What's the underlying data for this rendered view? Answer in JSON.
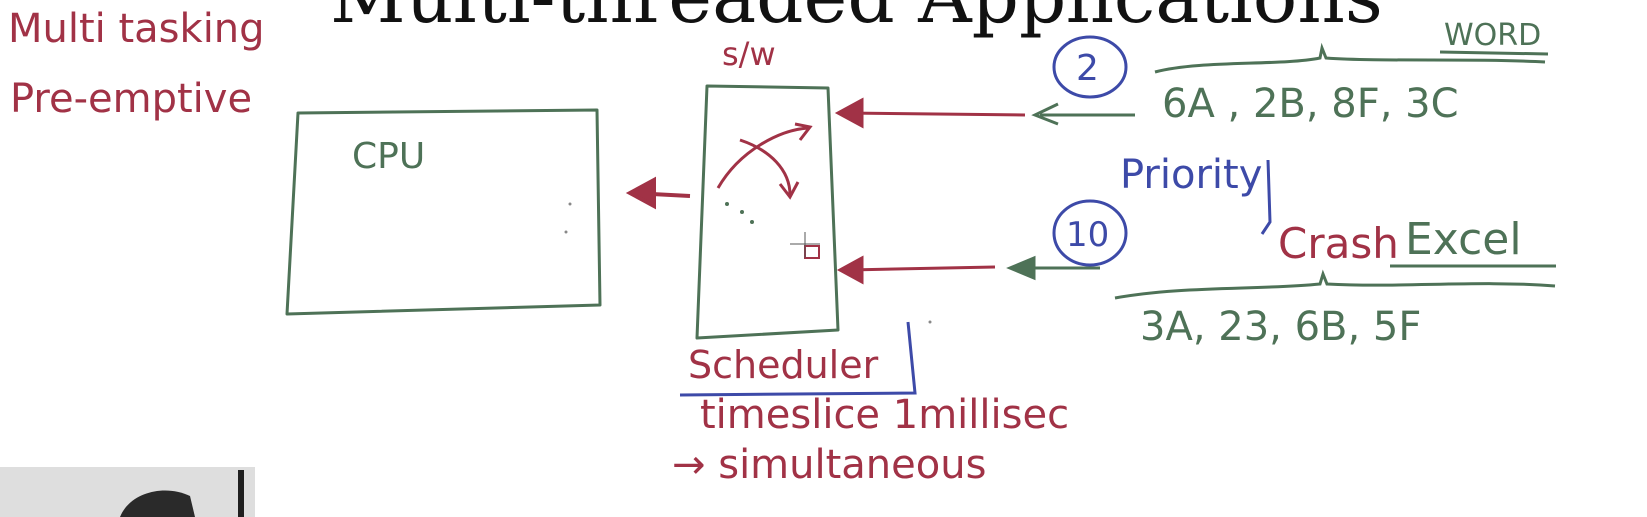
{
  "title": "Multi-threaded Applications",
  "notes": {
    "multitasking": "Multi tasking",
    "preemptive": "Pre-emptive"
  },
  "cpu_label": "CPU",
  "sw_label": "s/w",
  "scheduler_label": "Scheduler",
  "timeslice": "timeslice 1millisec",
  "simultaneous": "→ simultaneous",
  "processes": {
    "word": {
      "name": "WORD",
      "priority": "2",
      "addresses": "6A , 2B, 8F, 3C"
    },
    "excel": {
      "name": "Excel",
      "priority": "10",
      "addresses": "3A, 23, 6B, 5F"
    }
  },
  "priority_label": "Priority",
  "crash_label": "Crash",
  "colors": {
    "red": "#a13246",
    "green": "#4e7257",
    "blue": "#3d4aa8",
    "black": "#111111"
  }
}
